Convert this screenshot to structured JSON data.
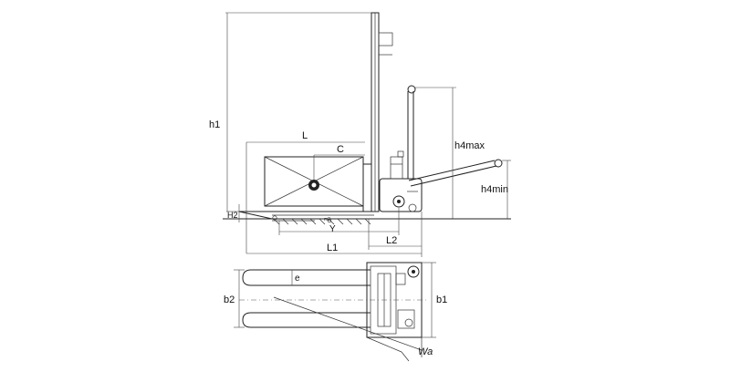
{
  "labels": {
    "h1": "h1",
    "L": "L",
    "C": "C",
    "h4max": "h4max",
    "h4min": "h4min",
    "H2": "H2",
    "Y": "Y",
    "L1": "L1",
    "L2": "L2",
    "e": "e",
    "b2": "b2",
    "b1": "b1",
    "Wa": "Wa"
  },
  "colors": {
    "line": "#222222",
    "background": "#ffffff"
  }
}
